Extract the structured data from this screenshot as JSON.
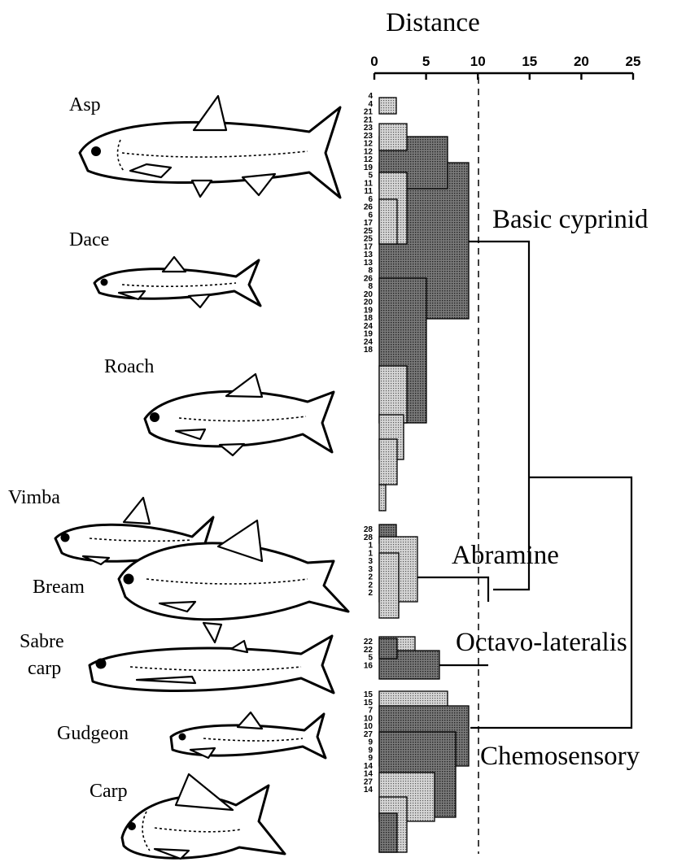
{
  "figure": {
    "axis_title": "Distance",
    "axis_ticks": [
      "0",
      "5",
      "10",
      "15",
      "20",
      "25"
    ],
    "axis_tick_values": [
      0,
      5,
      10,
      15,
      20,
      25
    ],
    "axis_range": [
      0,
      25
    ],
    "cutoff_value": 10,
    "cutoff_style": "dashed",
    "fish": [
      "Asp",
      "Dace",
      "Roach",
      "Vimba",
      "Bream",
      "Sabre\ncarp",
      "Gudgeon",
      "Carp"
    ],
    "fish_lines": {
      "asp": "Asp",
      "dace": "Dace",
      "roach": "Roach",
      "vimba": "Vimba",
      "bream": "Bream",
      "sabre_1": "Sabre",
      "sabre_2": "carp",
      "gudgeon": "Gudgeon",
      "carp": "Carp"
    },
    "clusters": {
      "basic": "Basic cyprinid",
      "abramine": "Abramine",
      "octavo": "Octavo-lateralis",
      "chemo": "Chemosensory"
    },
    "leaf_labels": [
      "4",
      "4",
      "21",
      "21",
      "23",
      "23",
      "12",
      "12",
      "12",
      "19",
      "5",
      "11",
      "11",
      "6",
      "26",
      "6",
      "17",
      "25",
      "25",
      "17",
      "13",
      "13",
      "8",
      "26",
      "8",
      "20",
      "20",
      "19",
      "18",
      "24",
      "19",
      "24",
      "18",
      "28",
      "28",
      "1",
      "1",
      "3",
      "3",
      "2",
      "2",
      "2",
      "22",
      "22",
      "5",
      "16",
      "15",
      "15",
      "7",
      "10",
      "10",
      "27",
      "9",
      "9",
      "9",
      "14",
      "14",
      "27",
      "14"
    ],
    "colors": {
      "ink": "#000000",
      "light_fill": "#cfcfcf",
      "dark_fill": "#6f6f6f"
    }
  }
}
